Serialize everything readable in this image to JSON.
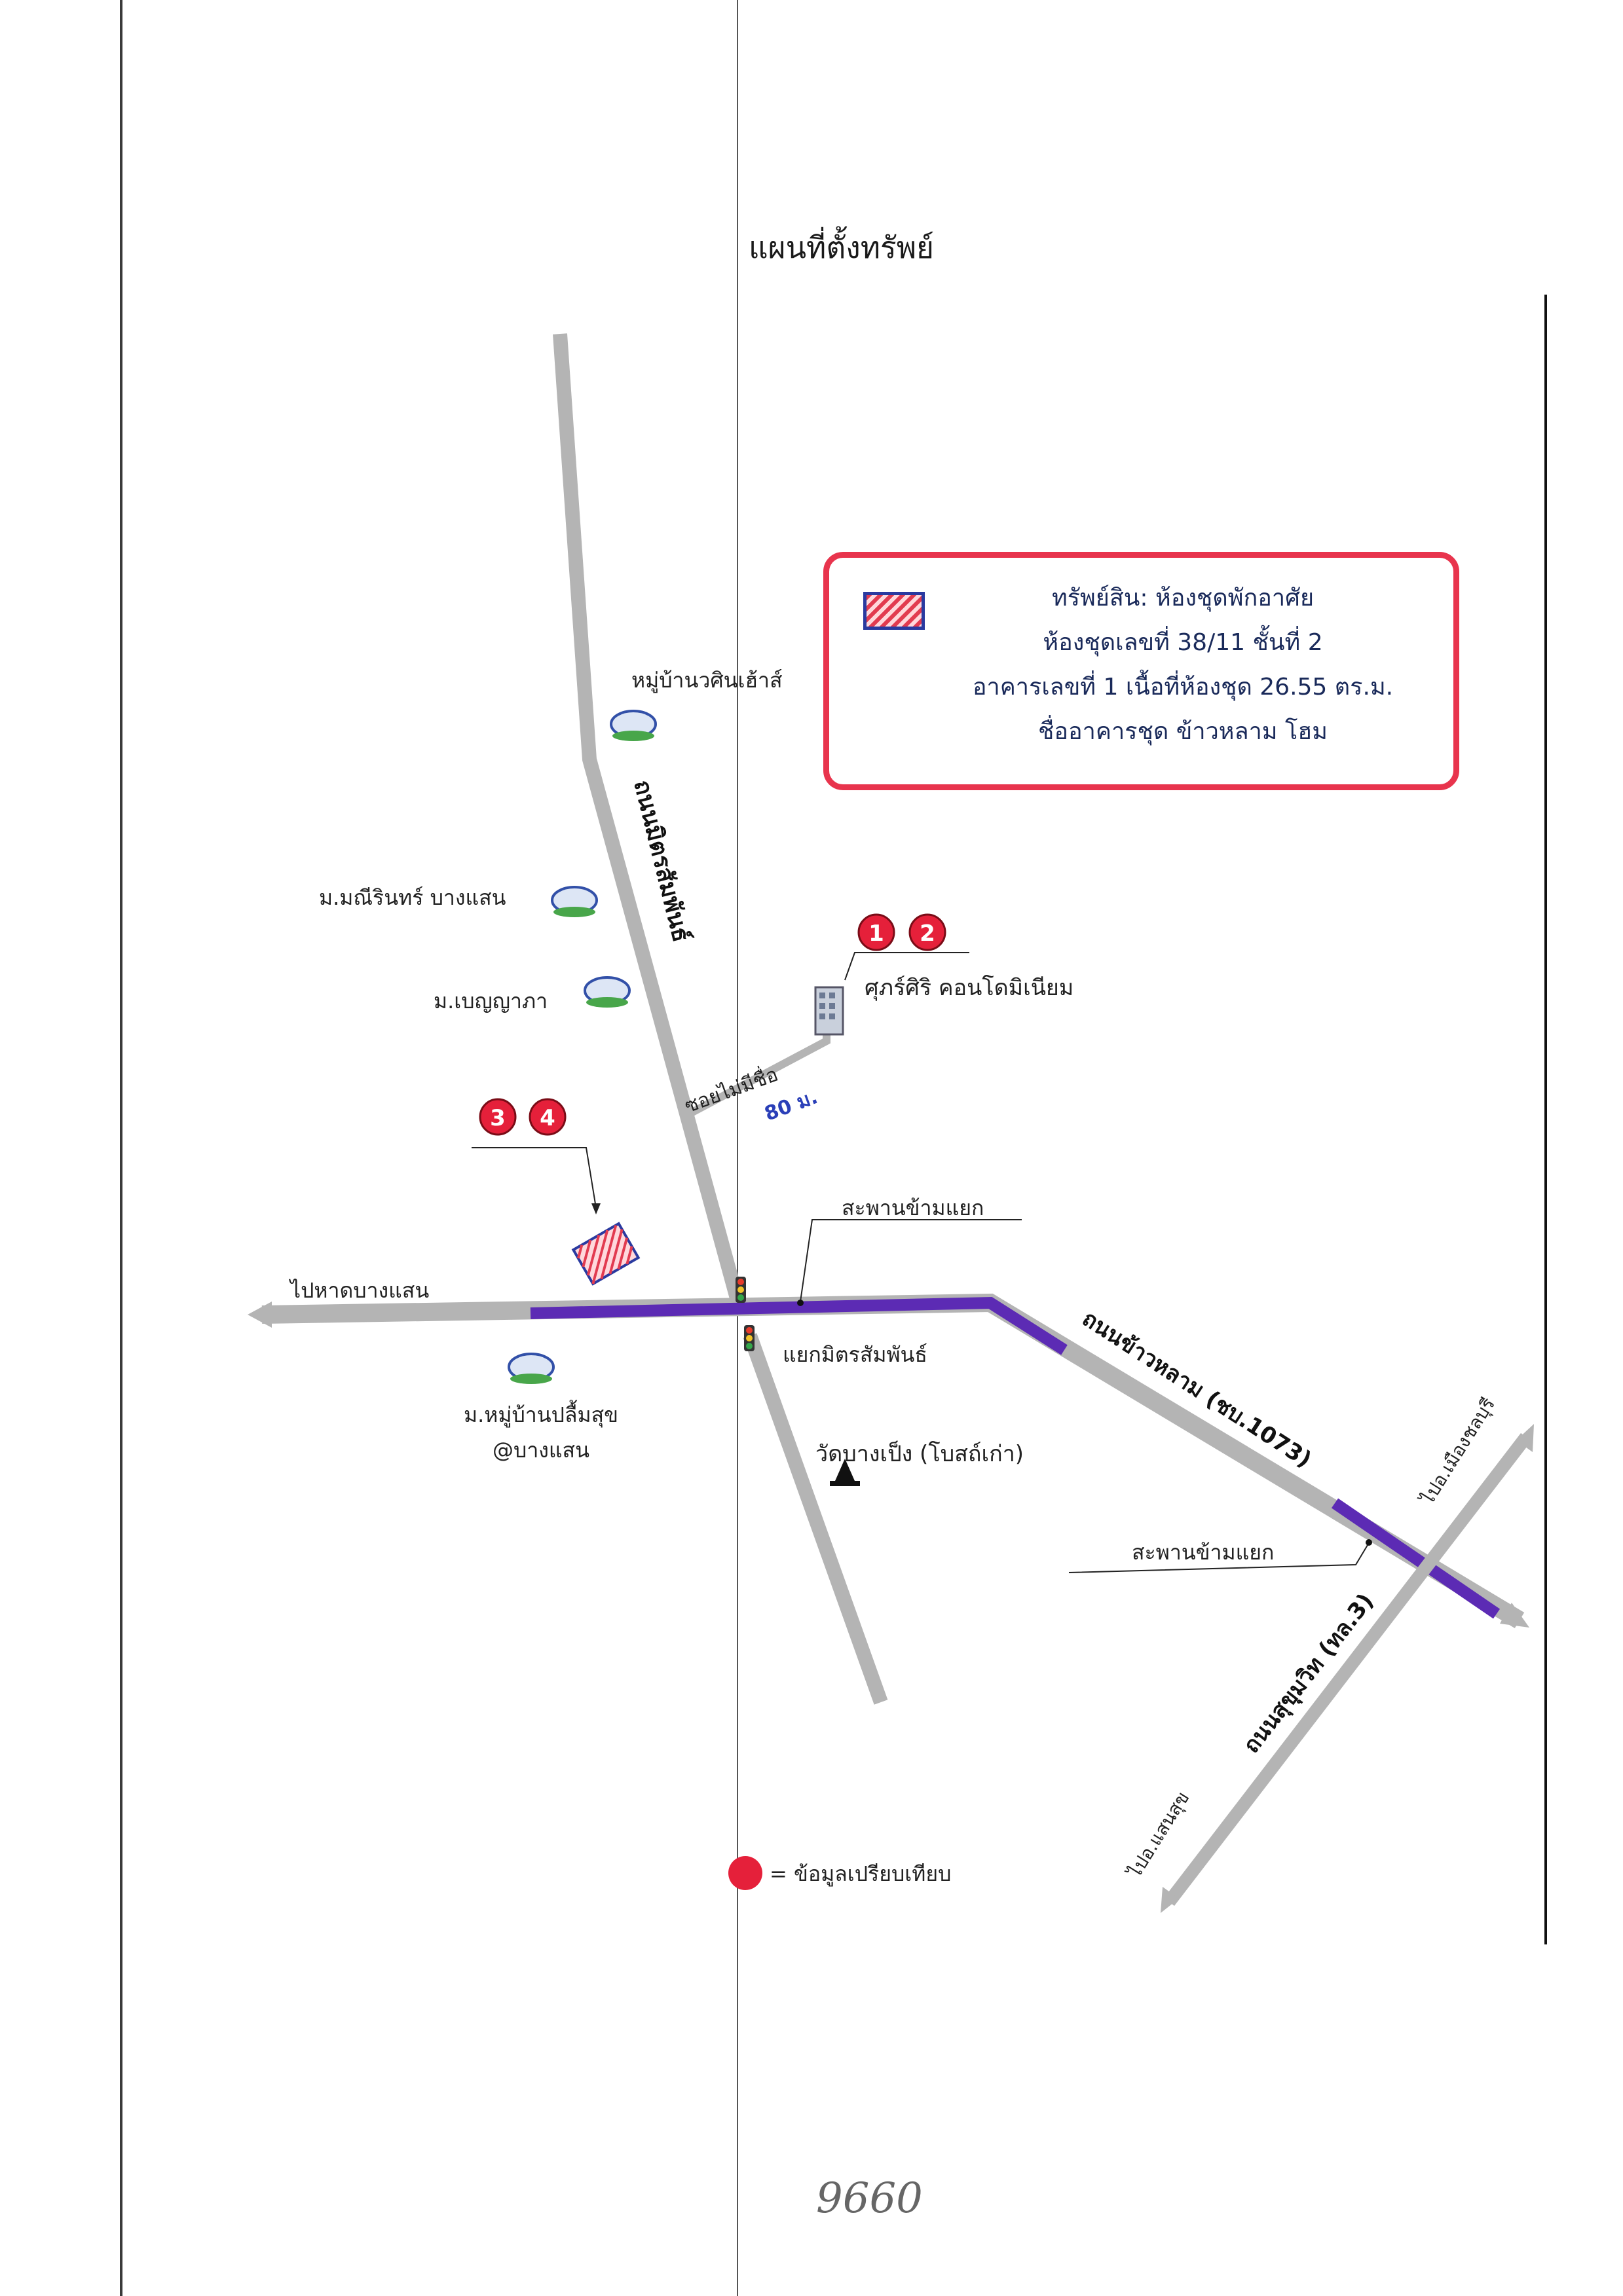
{
  "page_title": "แผนที่ตั้งทรัพย์",
  "legend": {
    "line1": "ทรัพย์สิน: ห้องชุดพักอาศัย",
    "line2": "ห้องชุดเลขที่ 38/11 ชั้นที่ 2",
    "line3": "อาคารเลขที่ 1 เนื้อที่ห้องชุด 26.55 ตร.ม.",
    "line4": "ชื่ออาคารชุด ข้าวหลาม โฮม"
  },
  "villages": {
    "village1": "หมู่บ้านวศินเฮ้าส์",
    "village2": "ม.มณีรินทร์ บางแสน",
    "village3": "ม.เบญญาภา",
    "village4_line1": "ม.หมู่บ้านปลื้มสุข",
    "village4_line2": "@บางแสน"
  },
  "landmarks": {
    "condo": "ศุภร์ศิริ คอนโดมิเนียม",
    "temple": "วัดบางเป็ง (โบสถ์เก่า)",
    "overpass1": "สะพานข้ามแยก",
    "overpass2": "สะพานข้ามแยก",
    "junction": "แยกมิตรสัมพันธ์"
  },
  "roads": {
    "mitsamphan": "ถนนมิตรสัมพันธ์",
    "soi": "ซอยไม่มีชื่อ",
    "distance": "80 ม.",
    "to_bangsaen_beach": "ไปหาดบางแสน",
    "khaolam": "ถนนข้าวหลาม (ชบ.1073)",
    "sukhumvit": "ถนนสุขุมวิท (ทล.3)",
    "to_mueang_chonburi": "ไปอ.เมืองชลบุรี",
    "to_saensuk": "ไปอ.แสนสุข"
  },
  "markers": {
    "m1": "1",
    "m2": "2",
    "m3": "3",
    "m4": "4"
  },
  "comparison_legend": "= ข้อมูลเปรียบเทียบ",
  "handwritten_note": "9660",
  "colors": {
    "road": "#b4b4b4",
    "overpass": "#5c2bb4",
    "marker": "#e5203a",
    "legend_border": "#e8344d",
    "plot_hatch": "#e23b50"
  }
}
